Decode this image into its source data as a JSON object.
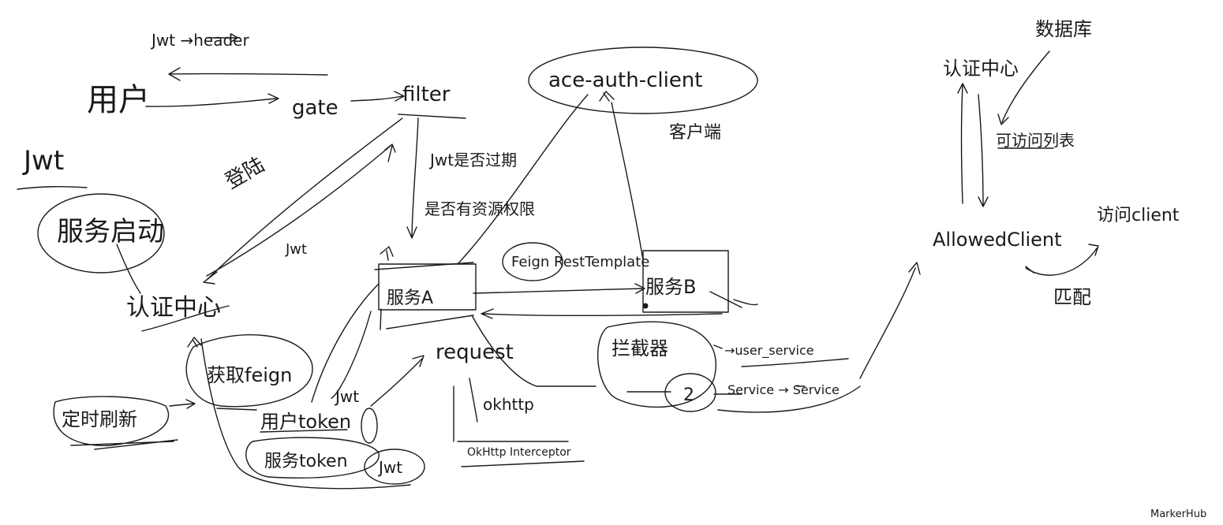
{
  "diagram": {
    "labels": {
      "jwt_to_header": "Jwt →header",
      "user": "用户",
      "gate": "gate",
      "filter": "filter",
      "jwt_side": "Jwt",
      "login": "登陆",
      "jwt_mid": "Jwt",
      "jwt_expired": "Jwt是否过期",
      "has_permission": "是否有资源权限",
      "auth_client": "ace-auth-client",
      "client": "客户端",
      "service_start": "服务启动",
      "auth_center_left": "认证中心",
      "feign_resttemplate": "Feign RestTemplate",
      "service_a": "服务A",
      "service_b": "服务B",
      "interceptor": "拦截器",
      "user_service": "→user_service",
      "service_chain": "Service → Service",
      "circle_two": "2",
      "request": "request",
      "okhttp": "okhttp",
      "okhttp_interceptor": "OkHttp Interceptor",
      "fetch_feign": "获取feign",
      "scheduled_refresh": "定时刷新",
      "user_token": "用户token",
      "service_token": "服务token",
      "jwt_badge": "Jwt",
      "jwt_small": "Jwt",
      "database": "数据库",
      "auth_center_right": "认证中心",
      "access_list": "可访问列表",
      "allowed_client": "AllowedClient",
      "access_client": "访问client",
      "match": "匹配"
    },
    "watermark": "MarkerHub"
  }
}
